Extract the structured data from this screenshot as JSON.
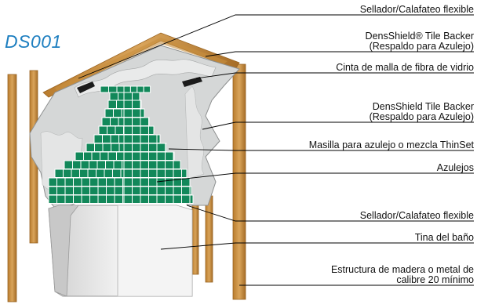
{
  "diagram": {
    "id": "DS001",
    "labels": [
      {
        "key": "sealant_top",
        "lines": [
          "Sellador/Calafateo flexible"
        ]
      },
      {
        "key": "backer_top",
        "lines": [
          "DensShield® Tile Backer",
          "(Respaldo para Azulejo)"
        ]
      },
      {
        "key": "mesh_tape",
        "lines": [
          "Cinta de malla de fibra de vidrio"
        ]
      },
      {
        "key": "backer_side",
        "lines": [
          "DensShield Tile Backer",
          "(Respaldo para Azulejo)"
        ]
      },
      {
        "key": "mortar",
        "lines": [
          "Masilla para azulejo o mezcla ThinSet"
        ]
      },
      {
        "key": "tiles",
        "lines": [
          "Azulejos"
        ]
      },
      {
        "key": "sealant_bottom",
        "lines": [
          "Sellador/Calafateo flexible"
        ]
      },
      {
        "key": "tub",
        "lines": [
          "Tina del baño"
        ]
      },
      {
        "key": "framing",
        "lines": [
          "Estructura de madera o metal de",
          "calibre 20 mínimo"
        ]
      }
    ],
    "colors": {
      "wood": "#c8903f",
      "wood_dark": "#9a6421",
      "board": "#d4d6d6",
      "tile": "#12885a",
      "grout": "#ffffff",
      "tub": "#e8e8e8",
      "leader": "#000000",
      "title": "#1e7fc0"
    }
  }
}
